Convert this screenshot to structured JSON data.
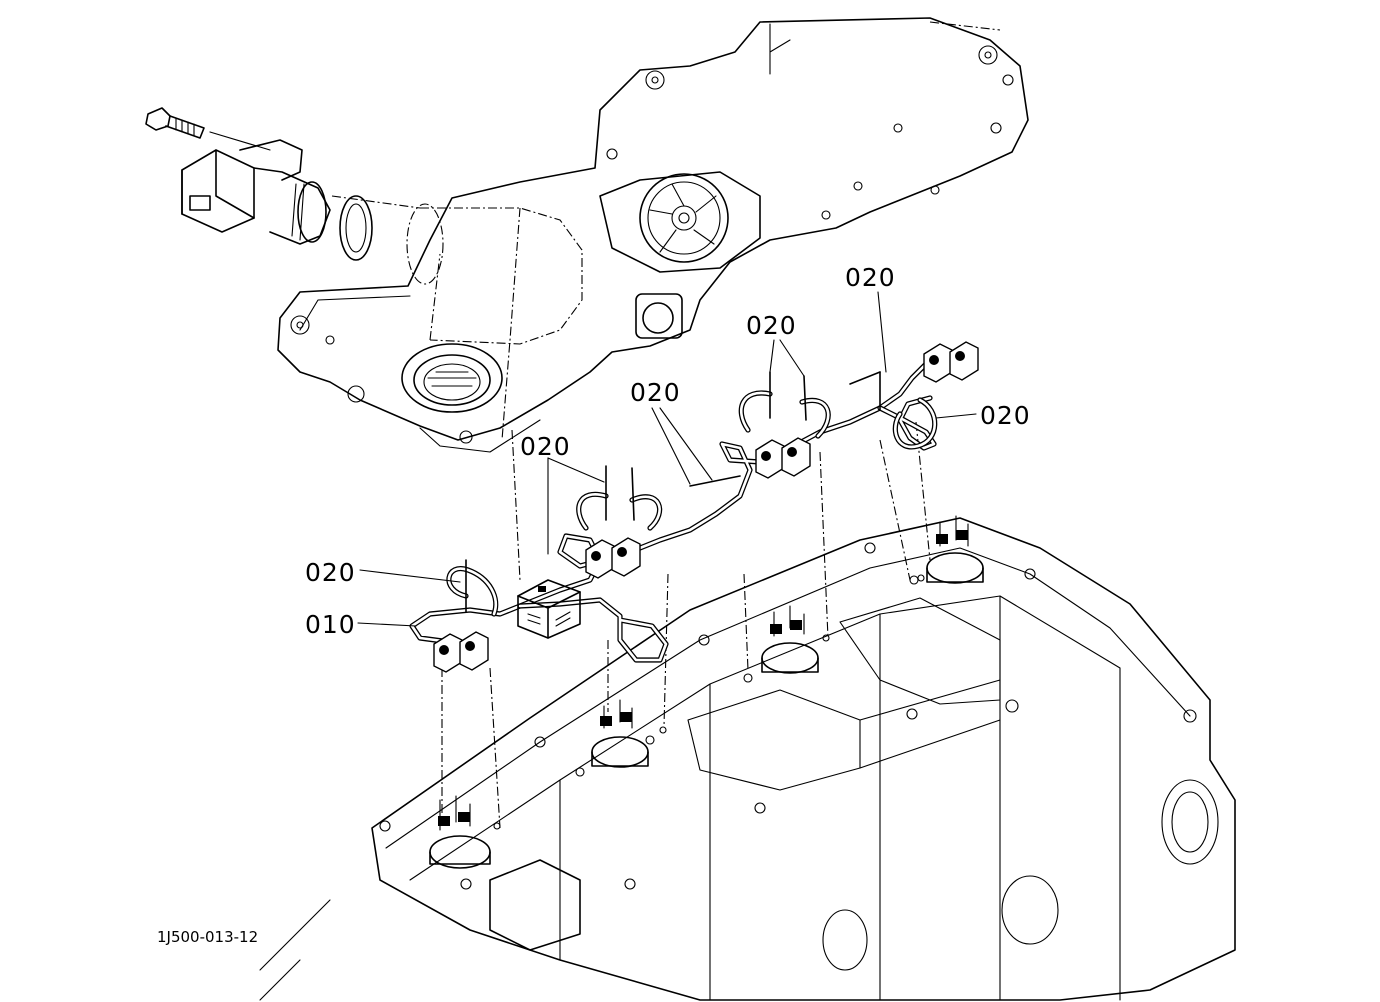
{
  "figure_id": "1J500-013-12",
  "callouts": [
    {
      "label": "020"
    },
    {
      "label": "020"
    },
    {
      "label": "020"
    },
    {
      "label": "020"
    },
    {
      "label": "020"
    },
    {
      "label": "020"
    },
    {
      "label": "010"
    }
  ]
}
